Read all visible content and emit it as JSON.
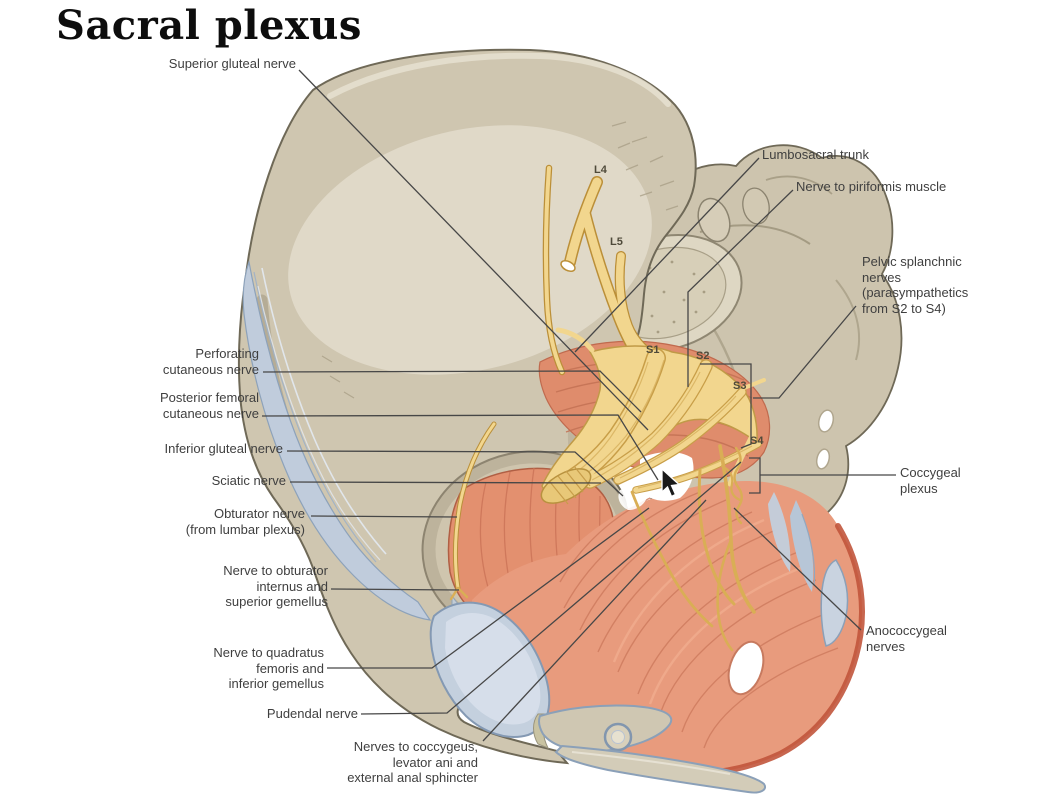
{
  "title": "Sacral plexus",
  "figure_description": "Anatomical illustration of the sacral plexus in a hemipelvis (medial view) with labeled nerves",
  "colors": {
    "background": "#ffffff",
    "bone": "#cfc6b0",
    "bone_light": "#e7e1d1",
    "bone_shadow": "#b2a891",
    "bone_outline": "#6f6957",
    "sacrum": "#cdc4ae",
    "muscle": "#e89b7d",
    "muscle_dark": "#cd7a5d",
    "muscle_deep": "#c2563c",
    "piriformis": "#df8c6c",
    "nerve": "#f2d68e",
    "nerve_mid": "#d9ae55",
    "nerve_dark": "#bb8f38",
    "ligament": "#c0ccdc",
    "ligament_dark": "#8da2ba",
    "leader_line": "#474747",
    "label_text": "#3f3f3f",
    "root_label_text": "#4f4a3a",
    "title_text": "#0d0d0d"
  },
  "roots": {
    "l4": "L4",
    "l5": "L5",
    "s1": "S1",
    "s2": "S2",
    "s3": "S3",
    "s4": "S4"
  },
  "labels": {
    "superior_gluteal": "Superior gluteal nerve",
    "lumbosacral_trunk": "Lumbosacral trunk",
    "nerve_to_piriformis": "Nerve to piriformis muscle",
    "pelvic_splanchnic": "Pelvic splanchnic\nnerves\n(parasympathetics\nfrom S2 to S4)",
    "perforating_cutaneous": "Perforating\ncutaneous nerve",
    "posterior_femoral_cutaneous": "Posterior femoral\ncutaneous nerve",
    "inferior_gluteal": "Inferior gluteal nerve",
    "sciatic": "Sciatic nerve",
    "obturator": "Obturator nerve\n(from lumbar plexus)",
    "nerve_to_obturator_internus": "Nerve to obturator\ninternus and\nsuperior gemellus",
    "nerve_to_quadratus_femoris": "Nerve to quadratus\nfemoris and\ninferior gemellus",
    "pudendal": "Pudendal nerve",
    "nerves_to_coccygeus": "Nerves to coccygeus,\nlevator ani and\nexternal anal sphincter",
    "coccygeal_plexus": "Coccygeal\nplexus",
    "anococcygeal": "Anococcygeal\nnerves"
  }
}
